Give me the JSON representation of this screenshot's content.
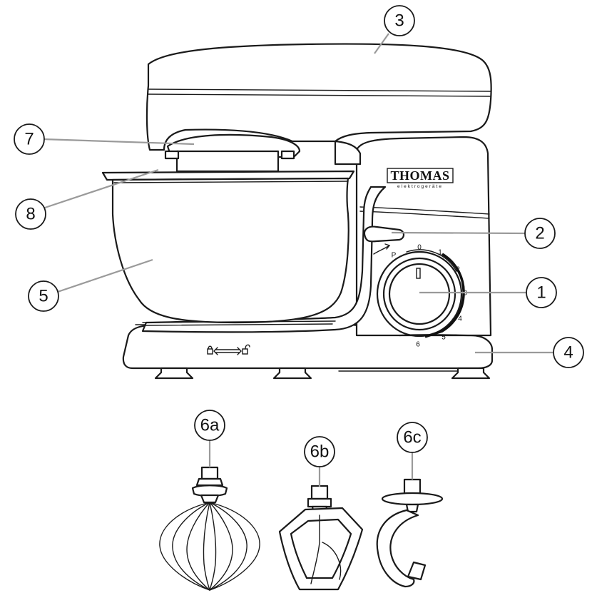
{
  "callouts": {
    "c1": "1",
    "c2": "2",
    "c3": "3",
    "c4": "4",
    "c5": "5",
    "c6a": "6a",
    "c6b": "6b",
    "c6c": "6c",
    "c7": "7",
    "c8": "8"
  },
  "brand": {
    "name": "THOMAS",
    "sub": "elektrogeräte"
  },
  "dial": {
    "p": "P",
    "n0": "0",
    "n1": "1",
    "n2": "2",
    "n3": "3",
    "n4": "4",
    "n5": "5",
    "n6": "6"
  },
  "colors": {
    "line": "#1a1a1a",
    "leader": "#9a9a9a",
    "background": "#ffffff"
  }
}
